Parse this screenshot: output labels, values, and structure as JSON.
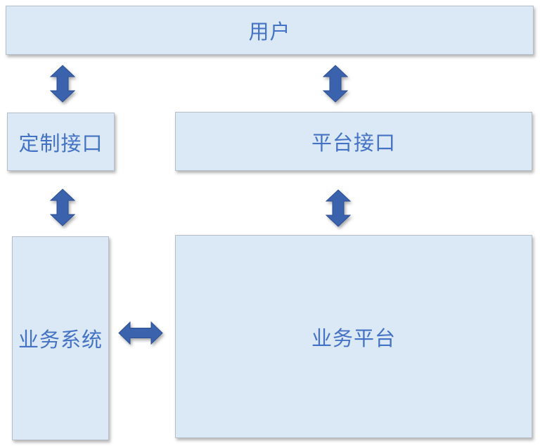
{
  "diagram": {
    "title": "layered architecture diagram",
    "nodes": {
      "user": {
        "label": "用户"
      },
      "custom_interface": {
        "label": "定制接口"
      },
      "platform_interface": {
        "label": "平台接口"
      },
      "business_system": {
        "label": "业务系统"
      },
      "business_platform": {
        "label": "业务平台"
      }
    },
    "connections": [
      {
        "from": "用户",
        "to": "定制接口",
        "type": "bidirectional",
        "orientation": "vertical"
      },
      {
        "from": "用户",
        "to": "平台接口",
        "type": "bidirectional",
        "orientation": "vertical"
      },
      {
        "from": "定制接口",
        "to": "业务系统",
        "type": "bidirectional",
        "orientation": "vertical"
      },
      {
        "from": "平台接口",
        "to": "业务平台",
        "type": "bidirectional",
        "orientation": "vertical"
      },
      {
        "from": "业务系统",
        "to": "业务平台",
        "type": "bidirectional",
        "orientation": "horizontal"
      }
    ],
    "colors": {
      "box_fill": "#dbe8f5",
      "box_border": "#b6bec7",
      "label_text": "#4472c4",
      "arrow_fill": "#3a62ad",
      "arrow_border": "#2e4f93",
      "background": "#ffffff"
    }
  }
}
